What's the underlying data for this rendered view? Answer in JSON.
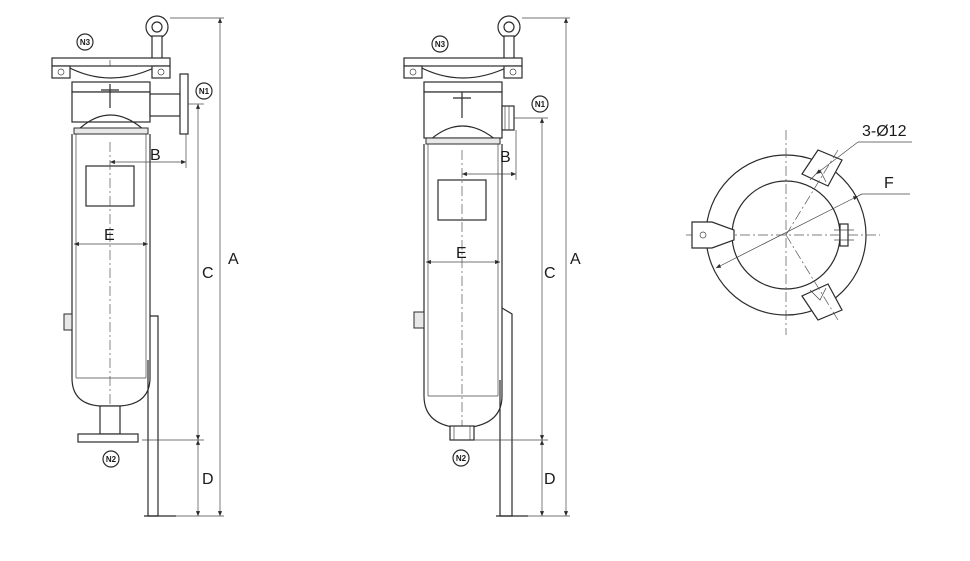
{
  "view1": {
    "labels": {
      "A": "A",
      "B": "B",
      "C": "C",
      "D": "D",
      "E": "E"
    },
    "nozzles": {
      "n1": "N1",
      "n2": "N2",
      "n3": "N3"
    }
  },
  "view2": {
    "labels": {
      "A": "A",
      "B": "B",
      "C": "C",
      "D": "D",
      "E": "E"
    },
    "nozzles": {
      "n1": "N1",
      "n2": "N2",
      "n3": "N3"
    }
  },
  "top_view": {
    "hole_callout": "3-Ø12",
    "label_F": "F"
  }
}
